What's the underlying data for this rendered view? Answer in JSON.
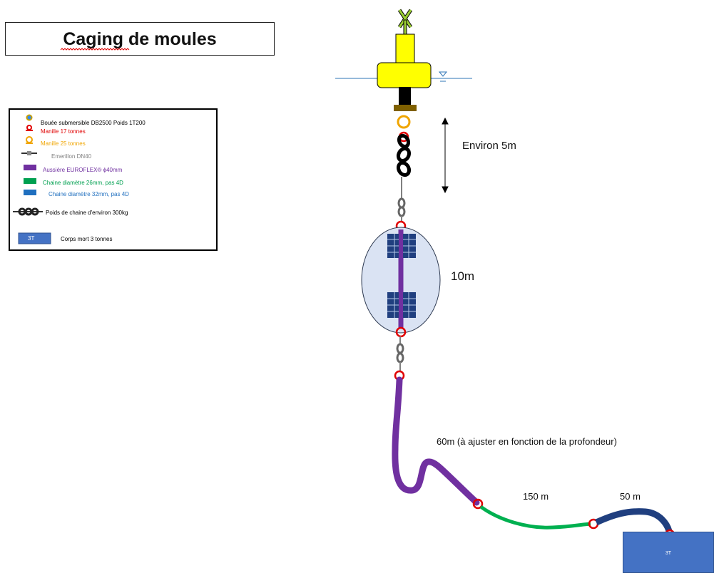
{
  "title": "Caging de moules",
  "legend": [
    {
      "icon": "buoy-icon",
      "label": "Bouée submersible DB2500 Poids 1T200",
      "color": "#222222"
    },
    {
      "icon": "shackle-17t-icon",
      "label": "Manille 17 tonnes",
      "color": "#e00000"
    },
    {
      "icon": "shackle-25t-icon",
      "label": "Manille 25 tonnes",
      "color": "#f0a500"
    },
    {
      "icon": "swivel-icon",
      "label": "Emerillon DN40",
      "color": "#808080"
    },
    {
      "icon": "rope-icon",
      "label": "Aussière EUROFLEX® ϕ40mm",
      "color": "#7030a0"
    },
    {
      "icon": "chain-26-icon",
      "label": "Chaine diamètre 26mm, pas 4D",
      "color": "#00a050"
    },
    {
      "icon": "chain-32-icon",
      "label": "Chaine diamètre 32mm, pas 4D",
      "color": "#1f6fbf"
    },
    {
      "icon": "chain-weight-icon",
      "label": "Poids de chaine d'environ 300kg",
      "color": "#222222"
    },
    {
      "icon": "deadweight-icon",
      "label": "Corps mort 3 tonnes",
      "color": "#222222",
      "badge": "3T"
    }
  ],
  "annotations": {
    "environ": "Environ 5m",
    "cage": "10m",
    "rope_length": "60m (à ajuster en fonction de la profondeur)",
    "chain_green": "150 m",
    "chain_blue": "50 m"
  },
  "deadweight_label": "3T"
}
